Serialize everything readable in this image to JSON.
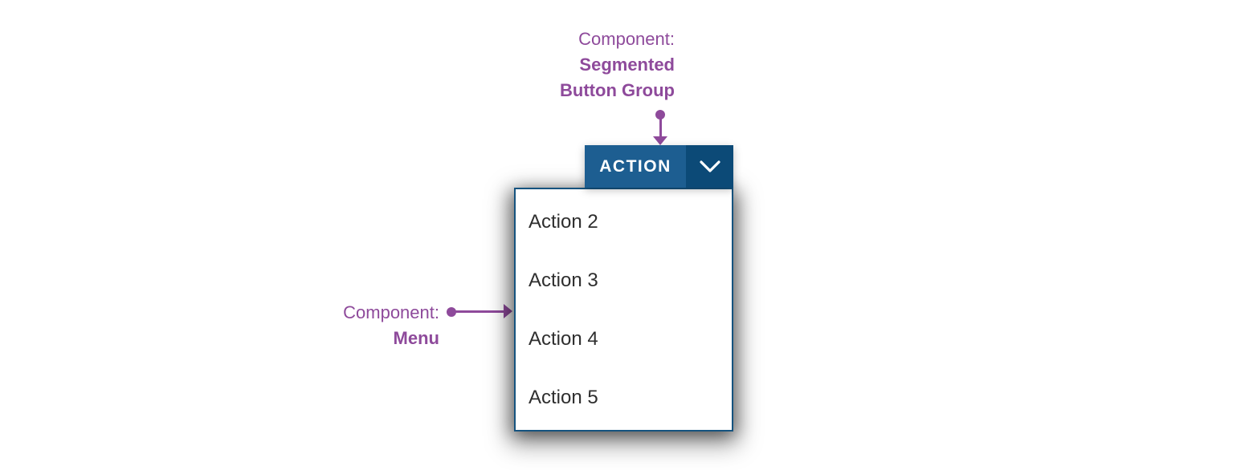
{
  "annotations": {
    "top": {
      "prefix": "Component:",
      "name_line1": "Segmented",
      "name_line2": "Button Group"
    },
    "left": {
      "prefix": "Component:",
      "name": "Menu"
    }
  },
  "segmented_button": {
    "label": "ACTION",
    "toggle_icon": "chevron-down-icon"
  },
  "menu": {
    "items": [
      {
        "label": "Action 2"
      },
      {
        "label": "Action 3"
      },
      {
        "label": "Action 4"
      },
      {
        "label": "Action 5"
      }
    ]
  },
  "colors": {
    "primary_blue": "#1d5e91",
    "dark_blue": "#0c4a77",
    "menu_border_blue": "#15537f",
    "annotation_purple": "#8e4a9b",
    "menu_text": "#2e2e2e",
    "button_text": "#ffffff"
  }
}
